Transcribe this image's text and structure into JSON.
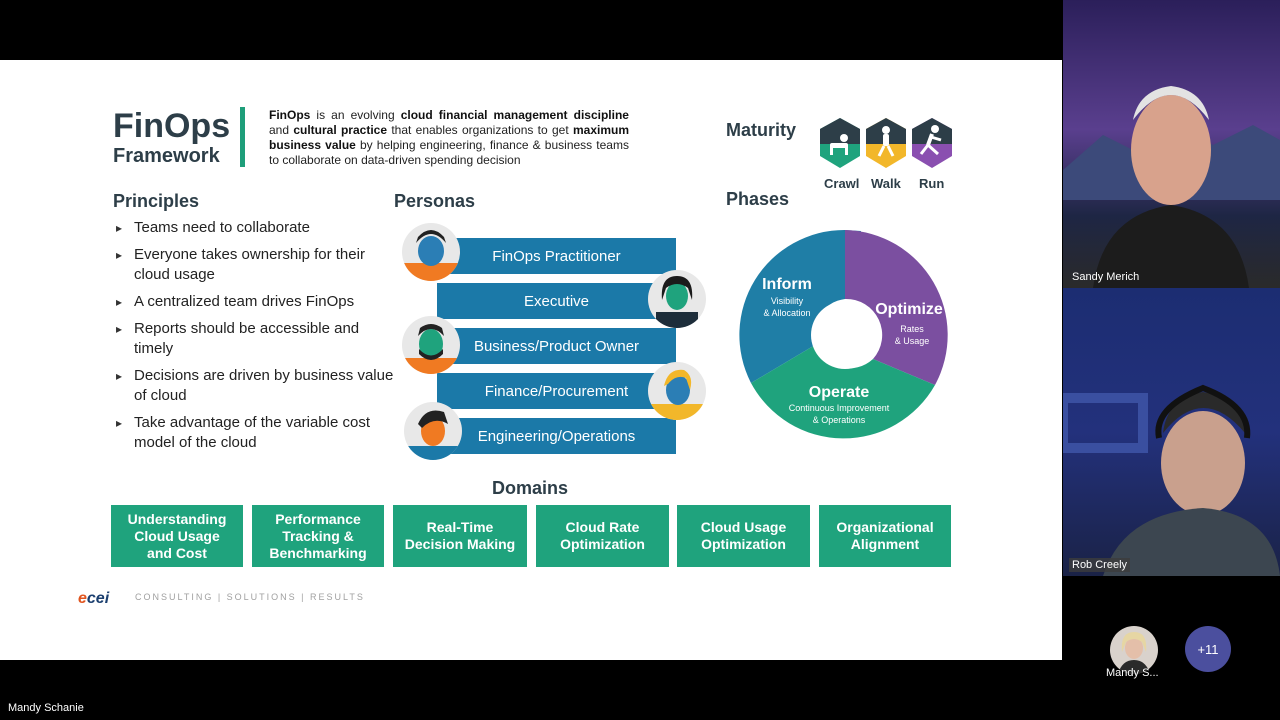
{
  "slide": {
    "title_main": "FinOps",
    "title_sub": "Framework",
    "intro": {
      "p1": "FinOps",
      "p2": " is an evolving ",
      "p3": "cloud financial management discipline",
      "p4": " and ",
      "p5": "cultural practice",
      "p6": " that enables organizations to get ",
      "p7": "maximum business value",
      "p8": " by helping engineering, finance & business teams to collaborate on data-driven spending decision"
    },
    "maturity": {
      "title": "Maturity",
      "labels": [
        "Crawl",
        "Walk",
        "Run"
      ]
    },
    "principles": {
      "title": "Principles",
      "items": [
        "Teams need to collaborate",
        "Everyone takes ownership for their cloud usage",
        "A centralized team drives FinOps",
        "Reports should be accessible and timely",
        "Decisions are driven by business value of cloud",
        "Take advantage of the variable cost model of the cloud"
      ]
    },
    "personas": {
      "title": "Personas",
      "items": [
        "FinOps Practitioner",
        "Executive",
        "Business/Product Owner",
        "Finance/Procurement",
        "Engineering/Operations"
      ]
    },
    "phases": {
      "title": "Phases",
      "inform": {
        "title": "Inform",
        "sub1": "Visibility",
        "sub2": "& Allocation"
      },
      "optimize": {
        "title": "Optimize",
        "sub1": "Rates",
        "sub2": "& Usage"
      },
      "operate": {
        "title": "Operate",
        "sub1": "Continuous Improvement",
        "sub2": "& Operations"
      }
    },
    "domains": {
      "title": "Domains",
      "items": [
        {
          "l1": "Understanding",
          "l2": "Cloud Usage",
          "l3": "and Cost"
        },
        {
          "l1": "Performance",
          "l2": "Tracking &",
          "l3": "Benchmarking"
        },
        {
          "l1": "Real-Time",
          "l2": "Decision Making",
          "l3": ""
        },
        {
          "l1": "Cloud Rate",
          "l2": "Optimization",
          "l3": ""
        },
        {
          "l1": "Cloud Usage",
          "l2": "Optimization",
          "l3": ""
        },
        {
          "l1": "Organizational",
          "l2": "Alignment",
          "l3": ""
        }
      ]
    },
    "footer": {
      "logo_e": "e",
      "logo_rest": "cei",
      "tagline": "CONSULTING  |  SOLUTIONS  |  RESULTS"
    }
  },
  "meeting": {
    "participants": [
      {
        "name": "Sandy Merich"
      },
      {
        "name": "Rob Creely"
      }
    ],
    "thumb_name": "Mandy S...",
    "more_count": "+11",
    "presenter_name": "Mandy Schanie"
  },
  "colors": {
    "teal": "#1fa37d",
    "blue": "#1b79a8",
    "purple": "#7b4fa0",
    "ring_blue": "#1f7ea6"
  }
}
